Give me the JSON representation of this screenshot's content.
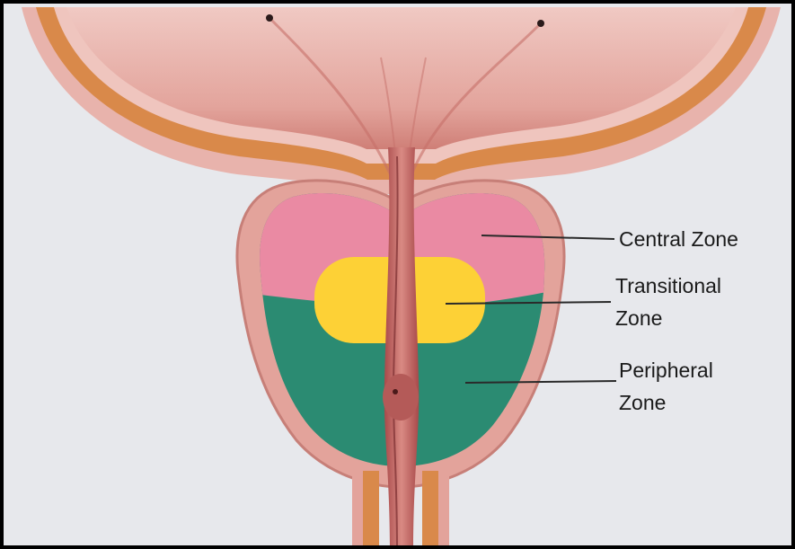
{
  "labels": {
    "central": "Central Zone",
    "transitional_line1": "Transitional",
    "transitional_line2": "Zone",
    "peripheral_line1": "Peripheral",
    "peripheral_line2": "Zone"
  },
  "colors": {
    "background": "#e7e8ec",
    "central_zone": "#ea8aa3",
    "transitional_zone": "#fdd136",
    "peripheral_zone": "#2b8b72",
    "capsule": "#d98c86",
    "bladder": "#e9b4ad",
    "muscle": "#d77a3c",
    "urethra": "#c4625c",
    "leader_line": "#2a2a2a"
  }
}
